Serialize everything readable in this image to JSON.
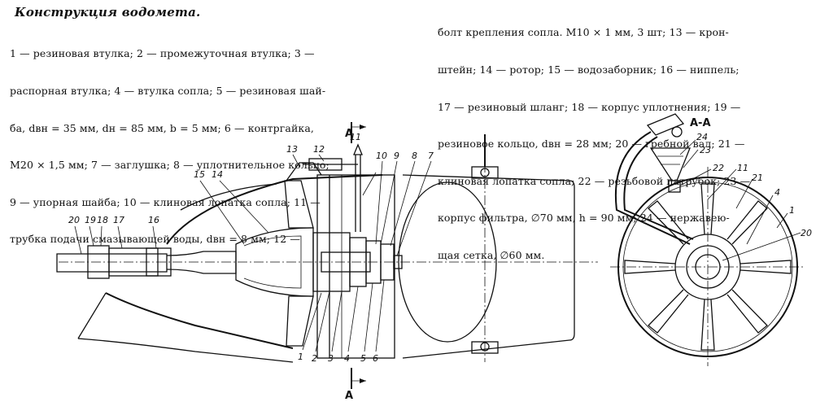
{
  "title": "Конструкция водомета.",
  "caption_left": [
    "1 — резиновая втулка; 2 — промежуточная втулка; 3 —",
    "распорная втулка; 4 — втулка сопла; 5 — резиновая шай-",
    "ба, dвн = 35 мм, dн = 85 мм, b = 5 мм; 6 — контргайка,",
    "М20 × 1,5 мм; 7 — заглушка; 8 — уплотнительное кольцо;",
    "9 — упорная шайба; 10 — клиновая лопатка сопла; 11 —",
    "трубка подачи смазывающей воды, dвн = 8 мм; 12 —"
  ],
  "caption_right": [
    "болт крепления сопла. М10 × 1 мм, 3 шт; 13 — крон-",
    "штейн; 14 — ротор; 15 — водозаборник; 16 — ниппель;",
    "17 — резиновый шланг; 18 — корпус уплотнения; 19 —",
    "резиновое кольцо, dвн = 28 мм; 20 — гребной вал; 21 —",
    "клиновая лопатка сопла; 22 — резьбовой патрубок; 23 —",
    "корпус фильтра, ∅70 мм, h = 90 мм; 24 — нержавею-",
    "щая сетка, ∅60 мм."
  ],
  "section_labels": {
    "top_a": "А",
    "bottom_a": "А",
    "section_title": "А-А"
  },
  "callouts_main": {
    "c20": "20",
    "c19": "19",
    "c18": "18",
    "c17": "17",
    "c16": "16",
    "c15": "15",
    "c14": "14",
    "c13": "13",
    "c12": "12",
    "c11": "11",
    "c10": "10",
    "c9": "9",
    "c8": "8",
    "c7": "7",
    "c1": "1",
    "c2": "2",
    "c3": "3",
    "c4": "4",
    "c5": "5",
    "c6": "6"
  },
  "callouts_section": {
    "s24": "24",
    "s23": "23",
    "s22": "22",
    "s11": "11",
    "s21": "21",
    "s4": "4",
    "s1": "1",
    "s20": "20"
  }
}
